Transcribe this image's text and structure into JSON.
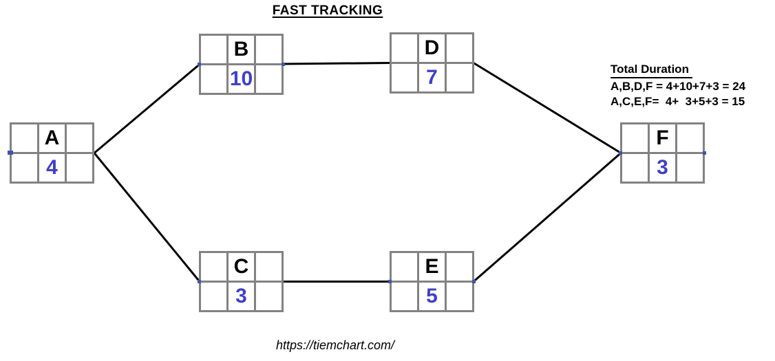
{
  "title": "FAST TRACKING",
  "nodes": [
    {
      "id": "A",
      "label": "A",
      "duration": "4"
    },
    {
      "id": "B",
      "label": "B",
      "duration": "10"
    },
    {
      "id": "C",
      "label": "C",
      "duration": "3"
    },
    {
      "id": "D",
      "label": "D",
      "duration": "7"
    },
    {
      "id": "E",
      "label": "E",
      "duration": "5"
    },
    {
      "id": "F",
      "label": "F",
      "duration": "3"
    }
  ],
  "edges": [
    {
      "from": "A",
      "to": "B"
    },
    {
      "from": "A",
      "to": "C"
    },
    {
      "from": "B",
      "to": "D"
    },
    {
      "from": "C",
      "to": "E"
    },
    {
      "from": "D",
      "to": "F"
    },
    {
      "from": "E",
      "to": "F"
    }
  ],
  "summary": {
    "heading": "Total Duration",
    "lines": [
      "A,B,D,F = 4+10+7+3 = 24",
      "A,C,E,F=  4+  3+5+3 = 15"
    ]
  },
  "footer_url": "https://tiemchart.com/",
  "colors": {
    "duration_text": "#3e3ed0",
    "node_border": "#828282",
    "connector_line": "#000000",
    "connection_dot": "#4053af"
  }
}
